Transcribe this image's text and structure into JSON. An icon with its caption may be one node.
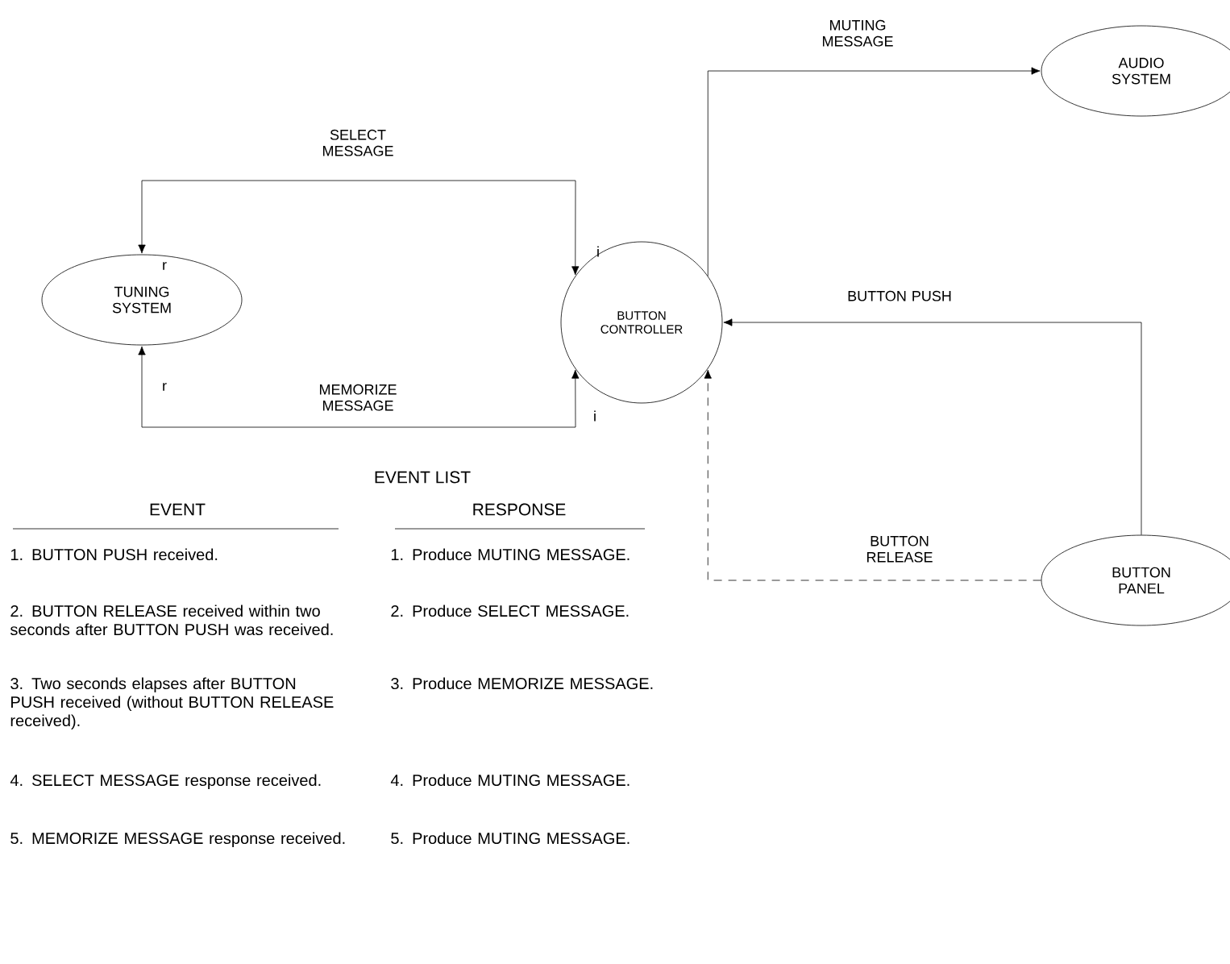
{
  "diagram": {
    "nodes": [
      {
        "text": [
          "TUNING SYSTEM"
        ]
      },
      {
        "text": [
          "BUTTON CONTROLLER"
        ]
      },
      {
        "text": [
          "AUDIO SYSTEM"
        ]
      },
      {
        "text": [
          "BUTTON PANEL"
        ]
      }
    ],
    "edges": [
      {
        "from": 0,
        "to": 1,
        "arrow": "both",
        "label": "SELECT MESSAGE"
      },
      {
        "from": 0,
        "to": 1,
        "arrow": "both",
        "label": "MEMORIZE MESSAGE"
      },
      {
        "from": 1,
        "to": 2,
        "arrow": "to",
        "label": "MUTING MESSAGE"
      },
      {
        "from": 3,
        "to": 1,
        "arrow": "to",
        "label": "BUTTON PUSH"
      },
      {
        "from": 3,
        "to": 1,
        "arrow": "to",
        "label": "BUTTON RELEASE",
        "style": "dashed"
      }
    ],
    "labels": [
      "i",
      "r",
      "r",
      "i",
      "EVENT LIST",
      "EVENT",
      "RESPONSE",
      "1. BUTTON PUSH received.",
      "1. Produce MUTING MESSAGE.",
      "2. BUTTON RELEASE received within two seconds after BUTTON PUSH was received.",
      "2. Produce SELECT MESSAGE.",
      "3. Two seconds elapses after BUTTON PUSH received (without BUTTON RELEASE received).",
      "3. Produce MEMORIZE MESSAGE.",
      "4. SELECT MESSAGE response received.",
      "4. Produce MUTING MESSAGE.",
      "5. MEMORIZE MESSAGE response received.",
      "5. Produce MUTING MESSAGE."
    ]
  }
}
